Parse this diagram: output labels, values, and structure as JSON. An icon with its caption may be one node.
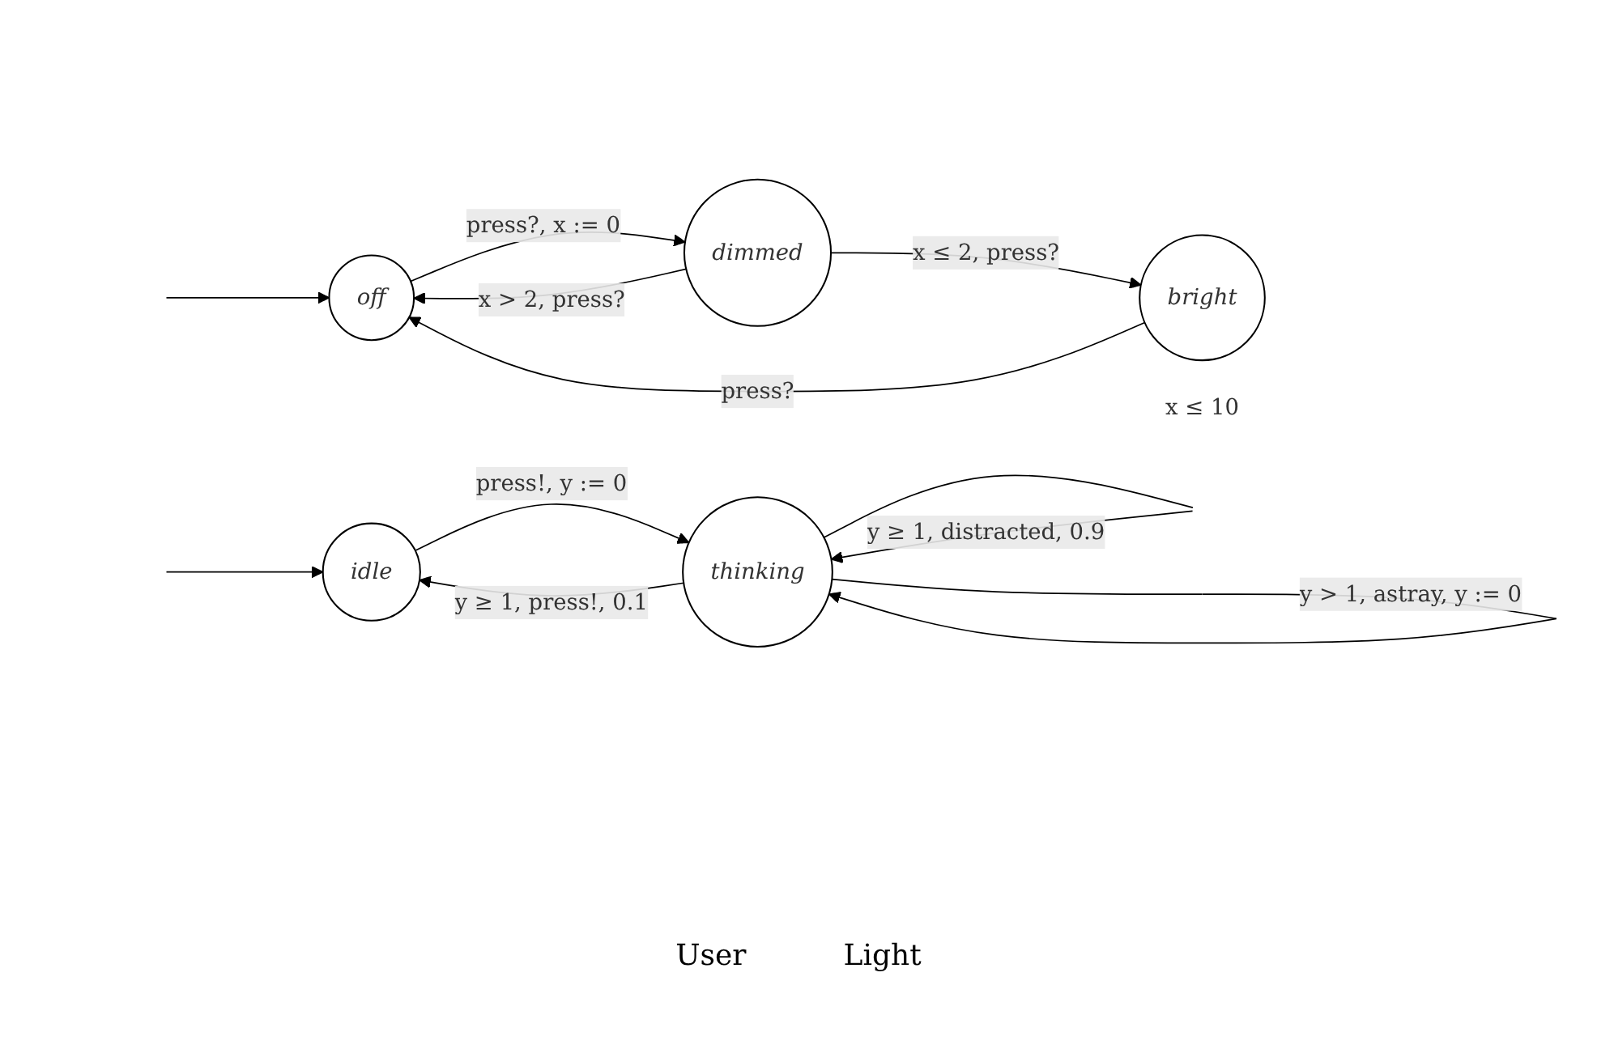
{
  "diagram": {
    "nodes": [
      {
        "text": [
          "idle"
        ]
      },
      {
        "text": [
          "thinking"
        ]
      },
      {
        "text": [
          "off"
        ]
      },
      {
        "text": [
          "dimmed"
        ]
      },
      {
        "text": [
          "bright"
        ],
        "beside": [
          "x ≤ 10"
        ]
      }
    ],
    "edges": [
      {
        "from": null,
        "to": 0,
        "arrow": "to"
      },
      {
        "from": 0,
        "to": 1,
        "arrow": "to",
        "label": "press!, y := 0"
      },
      {
        "from": 1,
        "to": 1,
        "arrow": "to",
        "label": "y > 1, astray, y := 0"
      },
      {
        "from": 1,
        "to": 0,
        "arrow": "to",
        "label": "y ≥ 1, press!, 0.1"
      },
      {
        "from": 1,
        "to": 1,
        "arrow": "to",
        "label": "y ≥ 1, distracted, 0.9"
      },
      {
        "from": null,
        "to": 2,
        "arrow": "to"
      },
      {
        "from": 2,
        "to": 3,
        "arrow": "to",
        "label": "press?, x := 0"
      },
      {
        "from": 3,
        "to": 4,
        "arrow": "to",
        "label": "x ≤ 2, press?"
      },
      {
        "from": 3,
        "to": 2,
        "arrow": "to",
        "label": "x > 2, press?"
      },
      {
        "from": 4,
        "to": 2,
        "arrow": "to",
        "label": "press?"
      }
    ],
    "labels": [
      "User",
      "Light"
    ]
  }
}
